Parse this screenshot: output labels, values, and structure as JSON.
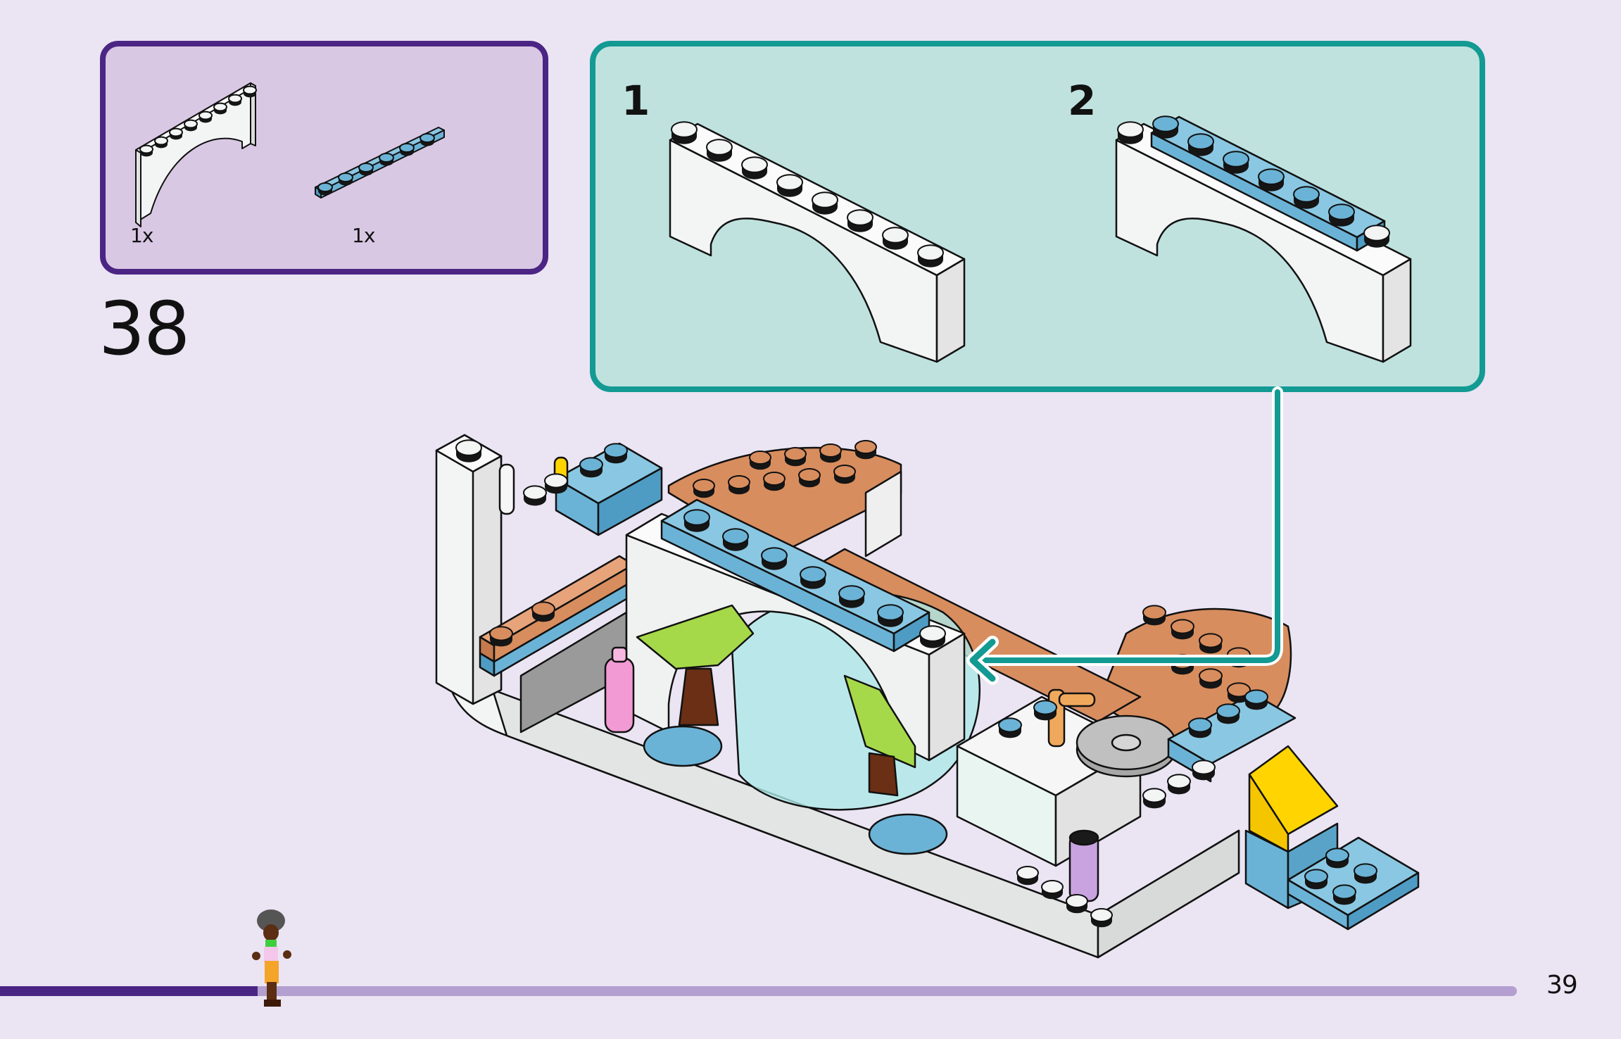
{
  "page": {
    "number": "39",
    "background": "#ebe4f3"
  },
  "step": {
    "number": "38"
  },
  "parts_list": {
    "border_color": "#4b2584",
    "items": [
      {
        "part": "white-arch-1x8",
        "color": "white",
        "quantity": "1x"
      },
      {
        "part": "blue-plate-1x6",
        "color": "medium-azure",
        "quantity": "1x"
      }
    ]
  },
  "sub_steps": {
    "border_color": "#129a93",
    "items": [
      {
        "label": "1",
        "description": "white arch 1x8"
      },
      {
        "label": "2",
        "description": "blue plate 1x6 attached on arch"
      }
    ],
    "callout_arrow": "arrow-left-icon"
  },
  "progress": {
    "fraction": 0.17,
    "fill_color": "#4b2584",
    "track_color": "#b39fd0",
    "marker": "minifigure"
  },
  "colors": {
    "white": "#f3f4f4",
    "blue": "#6bb3d6",
    "blue_dark": "#4e9cc4",
    "tan": "#d88d5e",
    "lime": "#a6d94a",
    "brown": "#6a2f14",
    "pink": "#f29ad3",
    "lavender": "#c9a3e0",
    "yellow": "#ffd400",
    "gray": "#a7a7a7",
    "trans_cyan": "#aee9e7"
  }
}
